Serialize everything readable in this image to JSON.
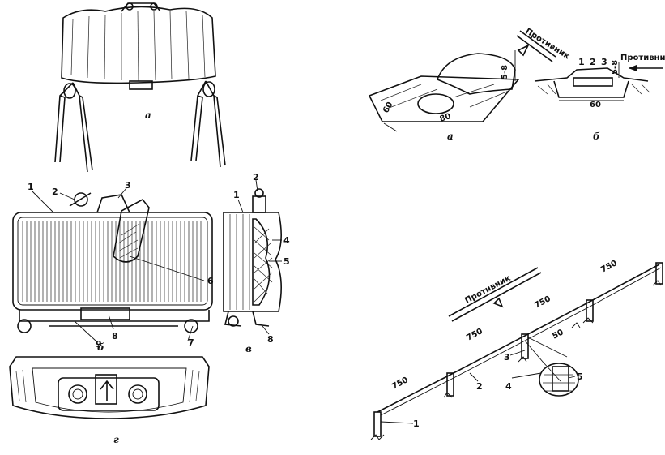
{
  "panel_left": {
    "caption_a": "а",
    "caption_b": "б",
    "caption_v": "в",
    "caption_g": "г",
    "callouts": [
      "1",
      "2",
      "3",
      "4",
      "5",
      "6",
      "7",
      "8",
      "9"
    ]
  },
  "panel_top_right": {
    "caption_a": "а",
    "caption_b": "б",
    "enemy_label": "Противник",
    "enemy_label_cut": "Противни",
    "dim_depth": "5-8",
    "dim_60": "60",
    "dim_80": "80",
    "callouts": [
      "1",
      "2",
      "3"
    ]
  },
  "panel_bottom_right": {
    "enemy_label": "Противник",
    "distances": [
      "750",
      "750",
      "750",
      "750",
      "50"
    ],
    "callouts": [
      "1",
      "2",
      "3",
      "4",
      "5"
    ]
  },
  "colors": {
    "ink": "#111111",
    "paper": "#ffffff"
  }
}
